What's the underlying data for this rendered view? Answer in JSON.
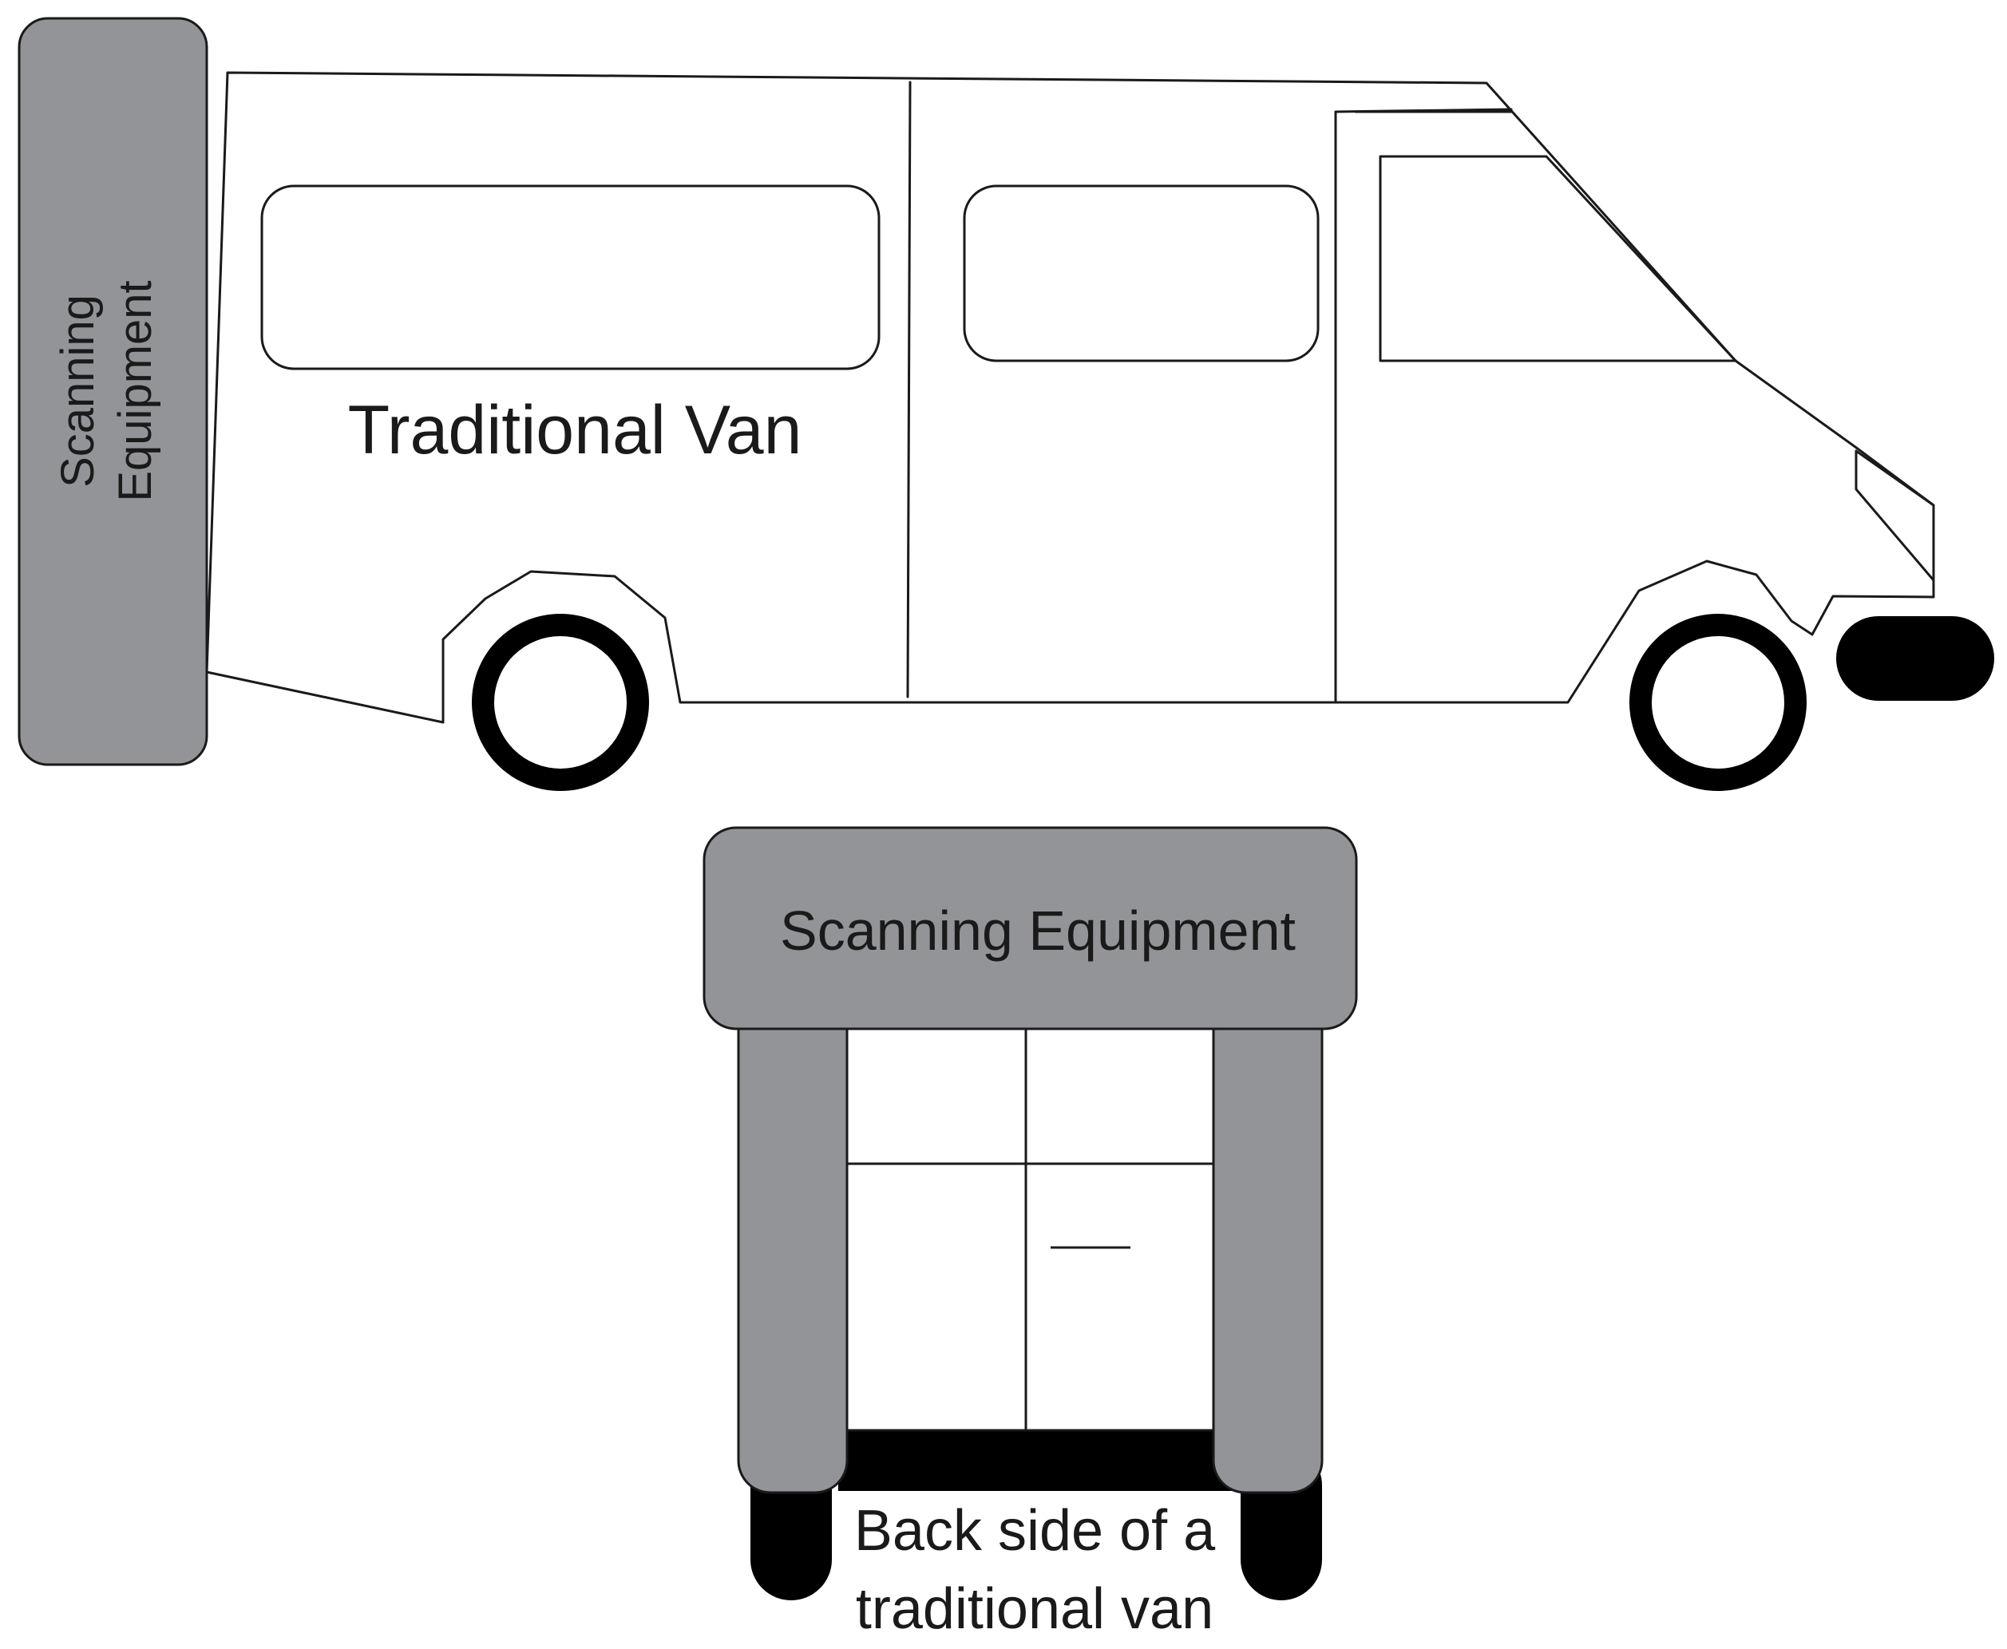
{
  "side_view": {
    "scanner_label_line1": "Scanning",
    "scanner_label_line2": "Equipment",
    "van_label": "Traditional Van"
  },
  "back_view": {
    "scanner_label": "Scanning Equipment",
    "caption_line1": "Back side of a",
    "caption_line2": "traditional van"
  },
  "colors": {
    "scanner_fill": "#939498",
    "outline": "#1a1a1a",
    "tire": "#000000",
    "body": "#ffffff"
  }
}
